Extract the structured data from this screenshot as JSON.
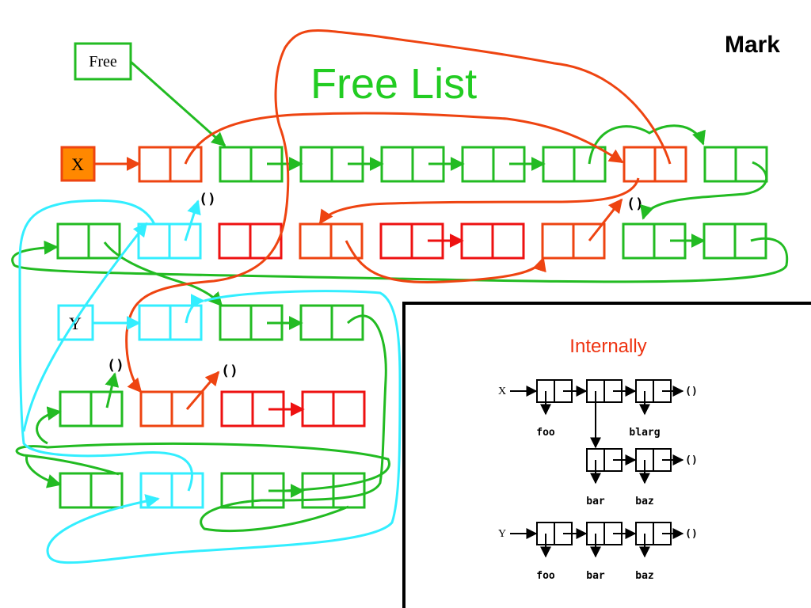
{
  "slide": {
    "corner_title": "Mark",
    "title": "Free List",
    "free_label": "Free",
    "x_label": "X",
    "y_label": "Y",
    "nil_symbol": "()"
  },
  "inset": {
    "title": "Internally",
    "x_label": "X",
    "y_label": "Y",
    "nil_symbol": "()",
    "atoms": {
      "foo": "foo",
      "blarg": "blarg",
      "bar": "bar",
      "baz": "baz"
    }
  },
  "colors": {
    "free": "#22bb22",
    "x_structure": "#ee4411",
    "y_structure": "#33eeff",
    "x_nonreachable": "#ee1111",
    "x_box_fill": "#ff8800",
    "title_text": "#22cc22",
    "inset_title": "#ee3311",
    "ink": "#000000"
  }
}
